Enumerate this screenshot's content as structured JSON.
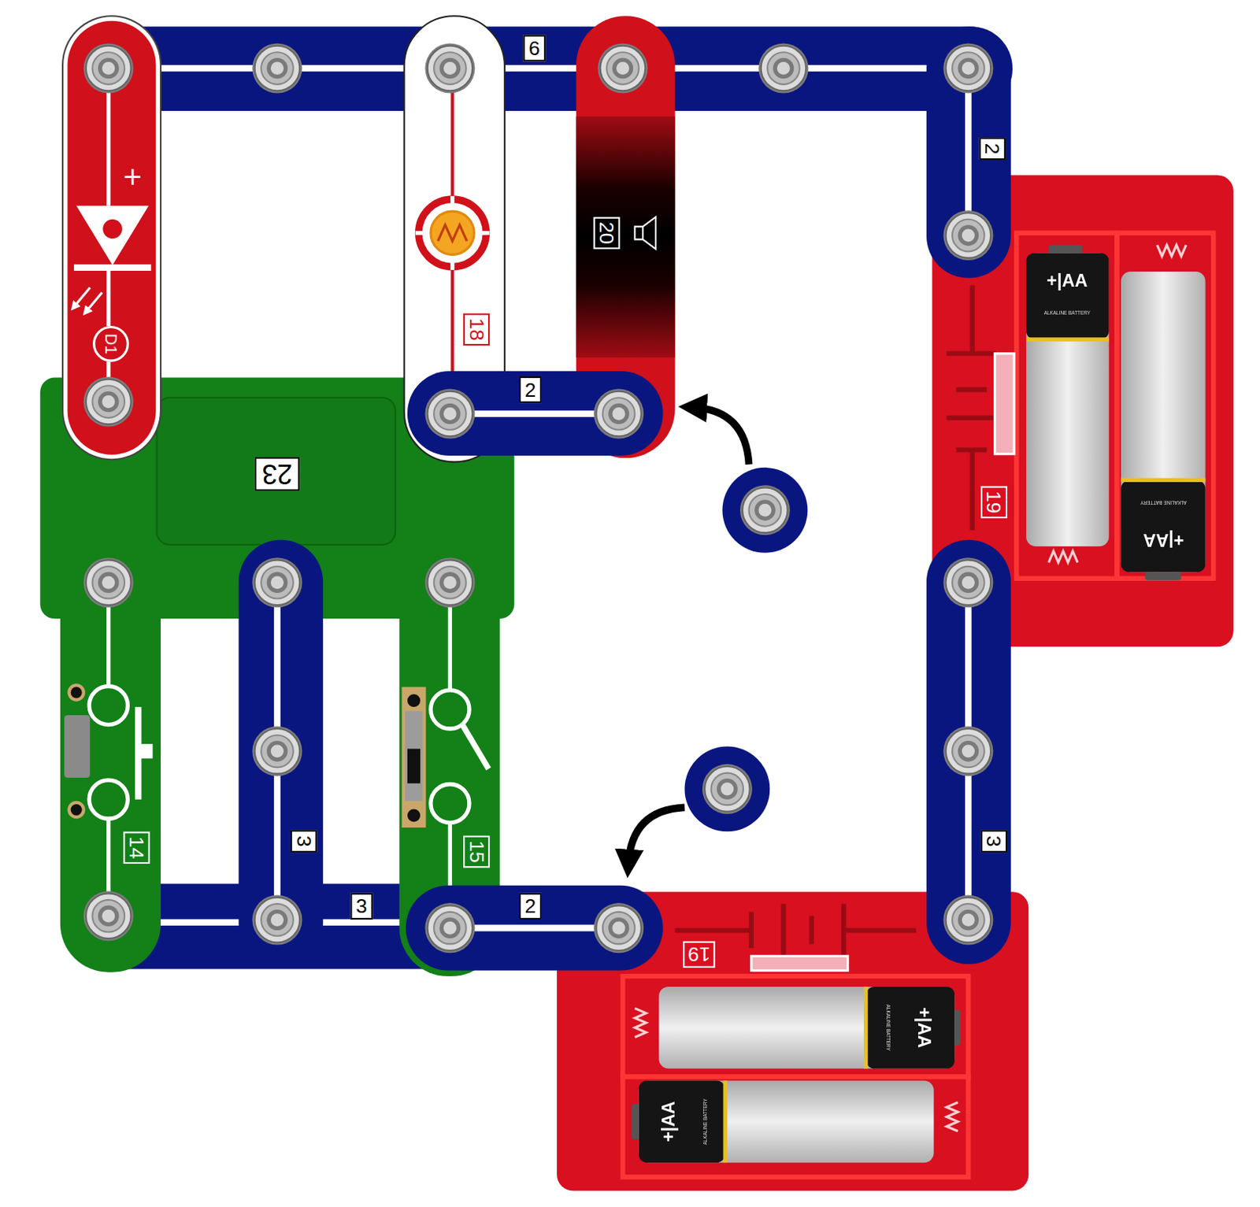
{
  "diagram": {
    "labels": [
      "6",
      "2",
      "+",
      "D1",
      "18",
      "20",
      "2",
      "23",
      "19",
      "14",
      "3",
      "15",
      "3",
      "2",
      "3",
      "19",
      "+|AA",
      "+|AA",
      "+|AA",
      "+|AA",
      "ALKALINE BATTERY",
      "ALKALINE BATTERY",
      "ALKALINE BATTERY",
      "ALKALINE BATTERY"
    ]
  }
}
